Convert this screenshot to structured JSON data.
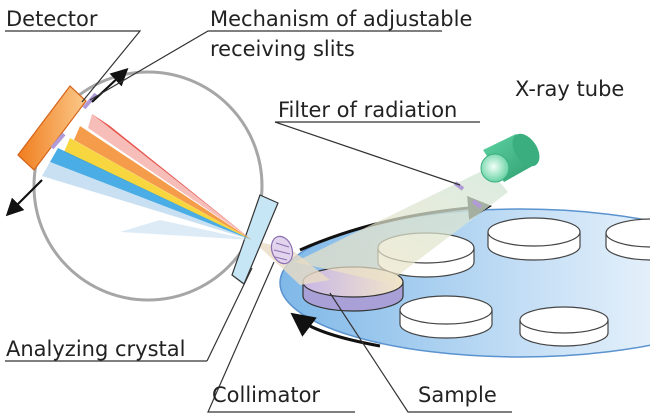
{
  "labels": {
    "detector": "Detector",
    "slits_line1": "Mechanism of adjustable",
    "slits_line2": "receiving slits",
    "filter": "Filter of radiation",
    "xray_tube": "X-ray tube",
    "analyzing_crystal": "Analyzing crystal",
    "collimator": "Collimator",
    "sample": "Sample"
  },
  "colors": {
    "circle": "#a6a6a6",
    "detector": "#f08a24",
    "crystal": "#bfe3f2",
    "tray": "#8ec2ec",
    "tube": "#44c08e",
    "collimator": "#c6a9d6"
  }
}
